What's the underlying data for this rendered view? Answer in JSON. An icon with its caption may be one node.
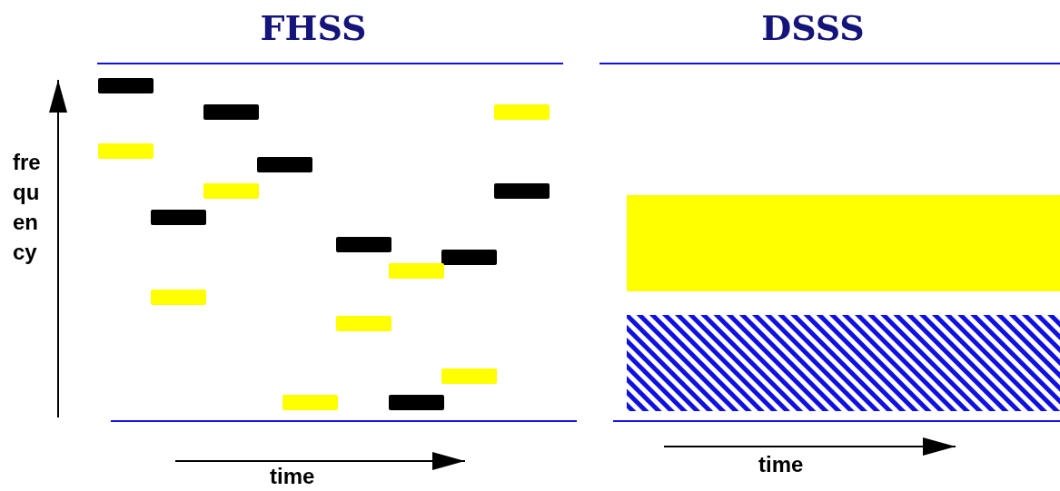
{
  "diagram": {
    "labels": [
      "FHSS",
      "DSSS",
      "fre qu en cy",
      "time",
      "time"
    ]
  }
}
